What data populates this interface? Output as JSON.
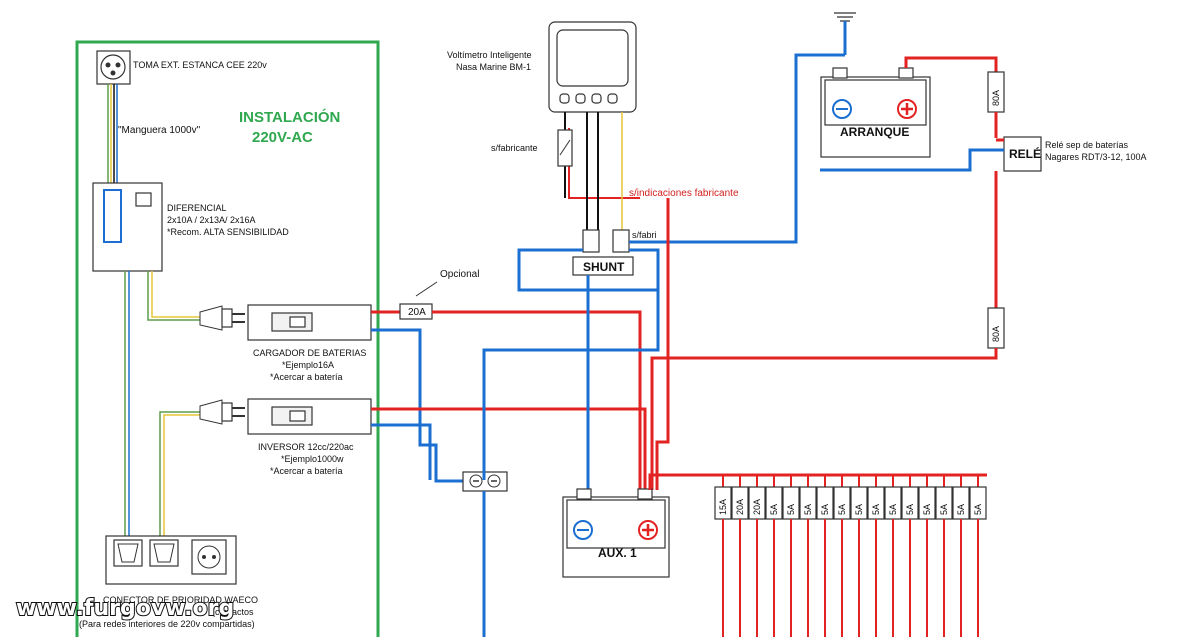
{
  "install_title_line1": "INSTALACIÓN",
  "install_title_line2": "220V-AC",
  "toma": "TOMA EXT. ESTANCA CEE 220v",
  "manguera": "\"Manguera 1000v\"",
  "diferencial": {
    "title": "DIFERENCIAL",
    "line2": "2x10A / 2x13A/ 2x16A",
    "line3": "*Recom. ALTA SENSIBILIDAD"
  },
  "cargador": {
    "title": "CARGADOR DE BATERIAS",
    "line2": "*Ejemplo16A",
    "line3": "*Acercar a batería"
  },
  "inversor": {
    "title": "INVERSOR 12cc/220ac",
    "line2": "*Ejemplo1000w",
    "line3": "*Acercar a batería"
  },
  "conector": {
    "line1": "CONECTOR DE PRIORIDAD WAECO",
    "line2": "(contactos",
    "line3": "(Para redes interiores de 220v compartidas)"
  },
  "voltimetro": {
    "line1": "Voltímetro Inteligente",
    "line2": "Nasa Marine BM-1"
  },
  "s_fabricante": "s/fabricante",
  "s_indicaciones": "s/indicaciones fabricante",
  "s_fabri": "s/fabri",
  "shunt": "SHUNT",
  "opcional": "Opcional",
  "fuse_20a": "20A",
  "arranque": "ARRANQUE",
  "aux": "AUX. 1",
  "fuse_80a_top": "80A",
  "fuse_80a_mid": "80A",
  "rele": "RELÉ",
  "rele_desc": {
    "line1": "Relé sep de baterías",
    "line2": "Nagares RDT/3-12, 100A"
  },
  "fuse_bank": [
    "15A",
    "20A",
    "20A",
    "5A",
    "5A",
    "5A",
    "5A",
    "5A",
    "5A",
    "5A",
    "5A",
    "5A",
    "5A",
    "5A",
    "5A",
    "5A"
  ],
  "watermark": "www.furgovw.org",
  "colors": {
    "positive": "#e32222",
    "negative": "#1b6fd1",
    "ac_section": "#2fa84f",
    "signal": "#e5c63a"
  }
}
